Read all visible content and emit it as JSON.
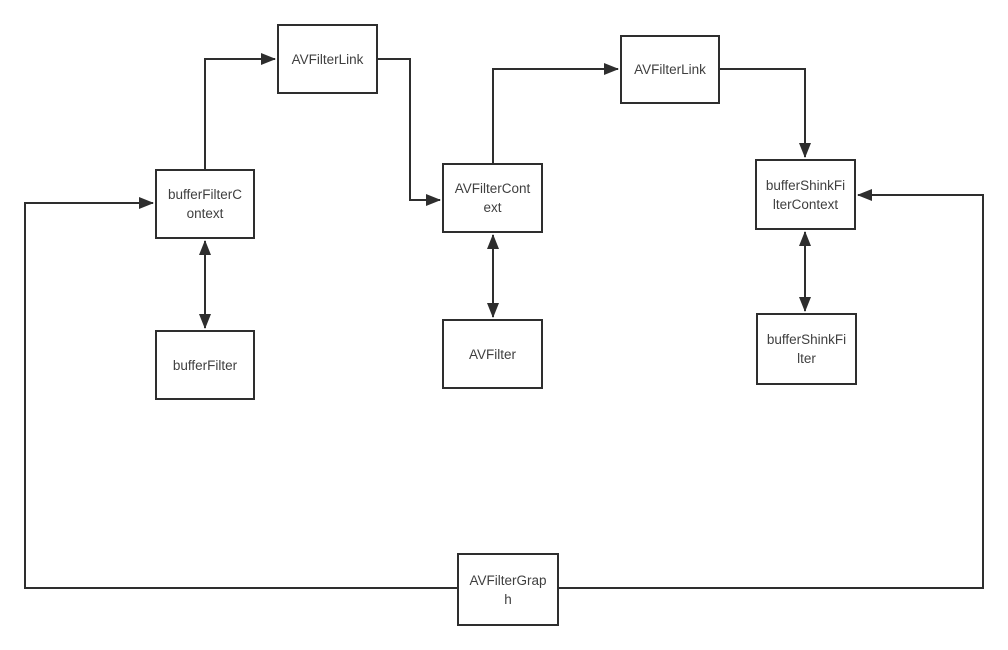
{
  "colors": {
    "background": "#ffffff",
    "line": "#2e2e2e",
    "box_border": "#2e2e2e",
    "box_fill": "#ffffff",
    "text": "#3f3f3f"
  },
  "nodes": [
    {
      "id": "avfilterlink-left",
      "label": "AVFilterLink",
      "lines": [
        "AVFilterLink"
      ]
    },
    {
      "id": "avfilterlink-right",
      "label": "AVFilterLink",
      "lines": [
        "AVFilterLink"
      ]
    },
    {
      "id": "bufferfiltercontext",
      "label": "bufferFilterContext",
      "lines": [
        "bufferFilterC",
        "ontext"
      ]
    },
    {
      "id": "avfiltercontext",
      "label": "AVFilterContext",
      "lines": [
        "AVFilterCont",
        "ext"
      ]
    },
    {
      "id": "buffershinkfiltercontext",
      "label": "bufferShinkFilterContext",
      "lines": [
        "bufferShinkFi",
        "lterContext"
      ]
    },
    {
      "id": "bufferfilter",
      "label": "bufferFilter",
      "lines": [
        "bufferFilter"
      ]
    },
    {
      "id": "avfilter",
      "label": "AVFilter",
      "lines": [
        "AVFilter"
      ]
    },
    {
      "id": "buffershinkfilter",
      "label": "bufferShinkFilter",
      "lines": [
        "bufferShinkFi",
        "lter"
      ]
    },
    {
      "id": "avfiltergraph",
      "label": "AVFilterGraph",
      "lines": [
        "AVFilterGrap",
        "h"
      ]
    }
  ],
  "edges": [
    {
      "from": "bufferfiltercontext",
      "to": "avfilterlink-left",
      "type": "arrow"
    },
    {
      "from": "avfilterlink-left",
      "to": "avfiltercontext",
      "type": "arrow"
    },
    {
      "from": "avfiltercontext",
      "to": "avfilterlink-right",
      "type": "arrow"
    },
    {
      "from": "avfilterlink-right",
      "to": "buffershinkfiltercontext",
      "type": "arrow"
    },
    {
      "from": "avfiltergraph",
      "to": "bufferfiltercontext",
      "type": "arrow"
    },
    {
      "from": "avfiltergraph",
      "to": "buffershinkfiltercontext",
      "type": "arrow"
    },
    {
      "from": "bufferfiltercontext",
      "to": "bufferfilter",
      "type": "double-arrow"
    },
    {
      "from": "avfiltercontext",
      "to": "avfilter",
      "type": "double-arrow"
    },
    {
      "from": "buffershinkfiltercontext",
      "to": "buffershinkfilter",
      "type": "double-arrow"
    }
  ]
}
